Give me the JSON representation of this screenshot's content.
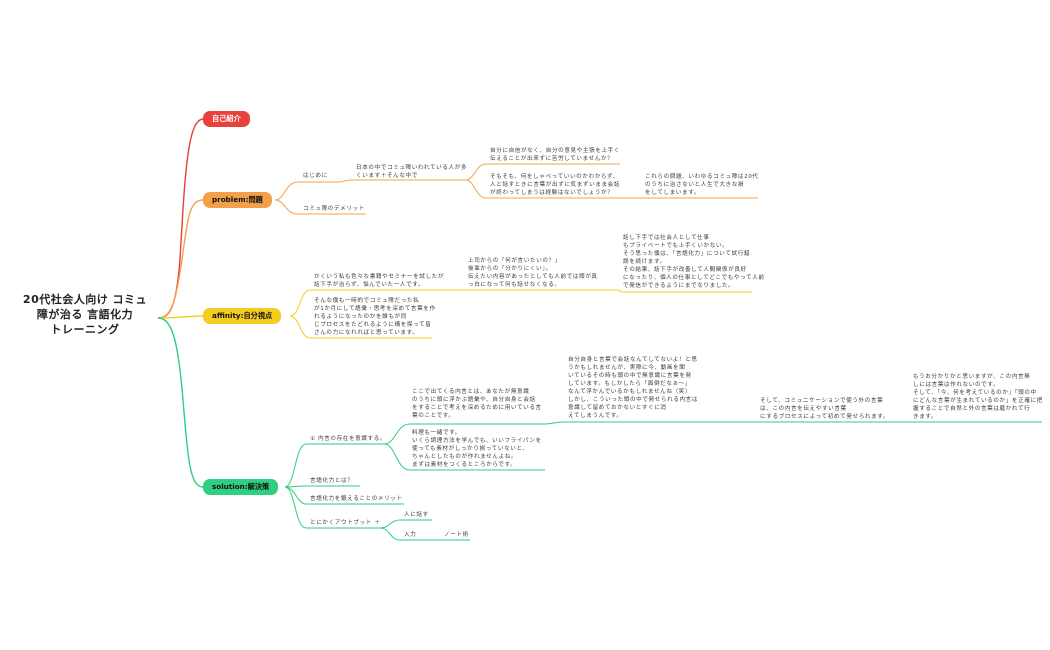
{
  "colors": {
    "red": "#e8403a",
    "orange": "#f4a04a",
    "yellow": "#f3cd22",
    "green": "#2ecf80"
  },
  "root": {
    "lines": [
      "20代社会人向け コミュ",
      "障が治る 言語化力",
      "トレーニング"
    ]
  },
  "branches": {
    "intro": {
      "label": "自己紹介"
    },
    "problem": {
      "label": "problem:問題",
      "hajimeni": "はじめに",
      "japan": [
        "日本の中でコミュ障いわれている人が多",
        "くいます＋そんな中で"
      ],
      "q1": [
        "自分に自信がなく、自分の意見や主張を上手く",
        "伝えることが出来ずに苦労していませんか？"
      ],
      "q2": [
        "そもそも、何をしゃべっていいのかわからず、",
        "人と話すときに言葉が出ずに気まずいまま会話",
        "が終わってしまうは経験はないでしょうか？"
      ],
      "q3": [
        "これらの問題、いわゆるコミュ障は20代",
        "のうちに治さないと人生で大きな損",
        "をしてしまいます。"
      ],
      "demerit": "コミュ障のデメリット"
    },
    "affinity": {
      "label": "affinity:自分視点",
      "a1": [
        "かくいう私も色々な書籍やセミナーを試したが",
        "話下手が治らず、悩んでいた一人です。"
      ],
      "a2": [
        "上司からの「何が言いたいの？」",
        "後輩からの「分かりにくい」。",
        "伝えたい内容があったとしても人前では頭が真",
        "っ白になって何も話せなくなる。"
      ],
      "a3": [
        "話し下手では社会人として仕事",
        "もプライベートでも上手くいかない。",
        "そう思った僕は、「言語化力」について試行錯",
        "誤を続けます。",
        "その結果、話下手が改善して人間関係が良好",
        "になったり、個人の仕事としてどこでもやって人前",
        "で発信ができるようにまでなりました。"
      ],
      "a4": [
        "そんな僕も一時的でコミュ障だった私",
        "が1か月にして語彙・思考を深めて言葉を作",
        "れるようになったのかを誰もが同",
        "じプロセスをたどれるように構を探って皆",
        "さんの力になれればと思っています。"
      ]
    },
    "solution": {
      "label": "solution:解決策",
      "s1": "① 内言の存在を意識する。",
      "s1a": [
        "ここで出てくる内言とは、あなたが無意識",
        "のうちに頭に浮かぶ語彙や、自分自身と会話",
        "をすることで考えを深めるために用いている言",
        "葉のことです。"
      ],
      "s1b": [
        "自分自身と言葉で会話なんてしてないよ！と思",
        "うかもしれませんが、実際に今、動画を聞",
        "いているその時も頭の中で無意識に言葉を発",
        "しています。もしかしたら「面倒だなぁ～」",
        "なんて浮かんでいるかもしれませんね（笑）",
        "しかし、こういった頭の中で発せられる内言は",
        "意識して留めておかないとすぐに消",
        "えてしまうんです。"
      ],
      "s1c": [
        "そして、コミュニケーションで使う外の言葉",
        "は、この内言を伝えやすい言葉",
        "にするプロセスによって初めて発せられます。"
      ],
      "s1d": [
        "もうお分かりかと思いますが、この内言無",
        "しには言葉は作れないのです。",
        "そして、「今、何を考えているのか」「頭の中",
        "にどんな言葉が生まれているのか」を正確に把",
        "握することで自然と外の言葉は磨かれて行",
        "きます。"
      ],
      "s1e": [
        "料理も一緒です。",
        "いくら調理方法を学んでも、いいフライパンを",
        "使っても素材がしっかり揃っていないと、",
        "ちゃんとしたものが作れませんよね。",
        "まずは素材をつくるところからです。"
      ],
      "s2": "言語化力とは？",
      "s3": "言語化力を鍛えることのメリット",
      "s4": "とにかくアウトプット ＋",
      "s4a": "人に話す",
      "s4b": "入力",
      "s4c": "ノート術"
    }
  }
}
